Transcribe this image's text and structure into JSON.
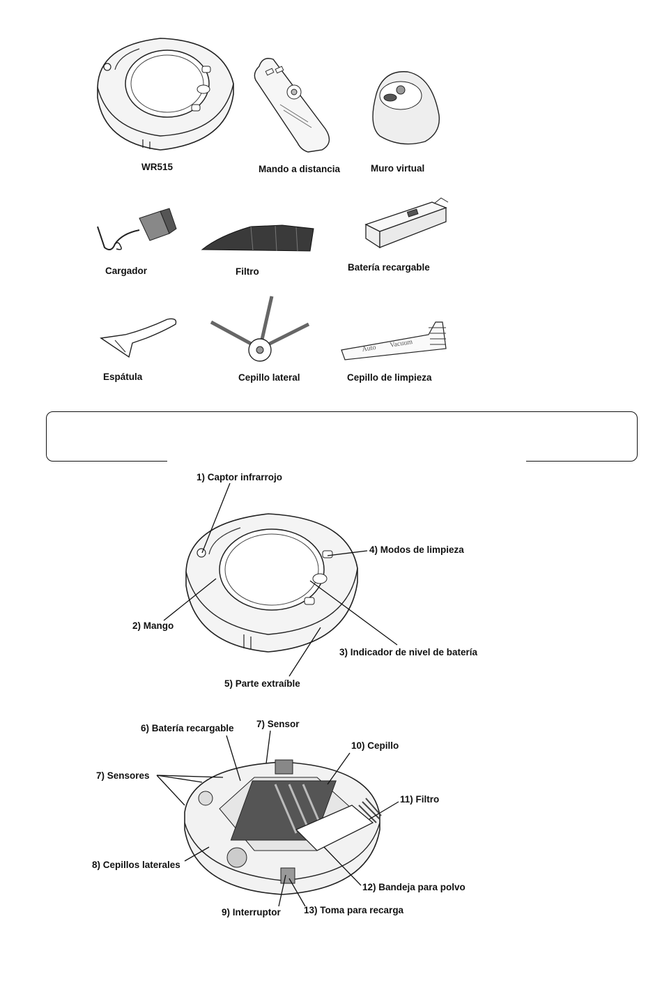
{
  "accessories": {
    "robot": "WR515",
    "remote": "Mando a distancia",
    "virtual_wall": "Muro virtual",
    "charger": "Cargador",
    "filter": "Filtro",
    "battery": "Batería recargable",
    "spatula": "Espátula",
    "side_brush": "Cepillo lateral",
    "cleaning_brush": "Cepillo de limpieza"
  },
  "brush_tool_text": [
    "Auto",
    "Vacuum"
  ],
  "top_view": {
    "ir_sensor": "1) Captor infrarrojo",
    "handle": "2) Mango",
    "battery_indicator": "3) Indicador de nivel de batería",
    "cleaning_modes": "4) Modos de limpieza",
    "removable_part": "5) Parte extraíble"
  },
  "bottom_view": {
    "battery": "6) Batería recargable",
    "sensor": "7) Sensor",
    "sensors": "7) Sensores",
    "side_brushes": "8) Cepillos laterales",
    "switch": "9) Interruptor",
    "brush": "10) Cepillo",
    "filter": "11) Filtro",
    "dust_tray": "12) Bandeja para polvo",
    "charge_socket": "13) Toma para recarga"
  }
}
